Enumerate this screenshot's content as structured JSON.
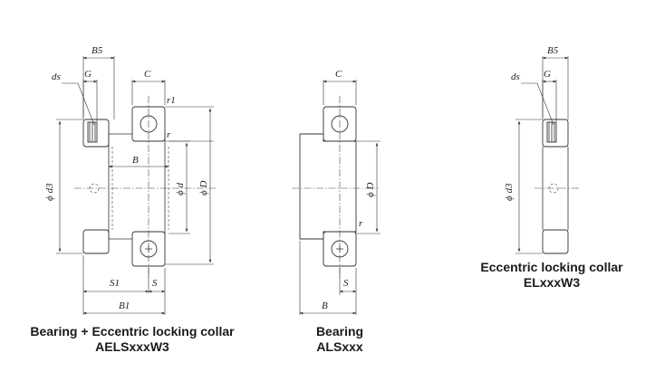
{
  "figure_a": {
    "labels": {
      "B5": "B5",
      "G": "G",
      "C": "C",
      "ds": "ds",
      "r1": "r1",
      "r": "r",
      "B": "B",
      "d3": "ϕ d3",
      "d": "ϕ d",
      "D": "ϕ D",
      "S1": "S1",
      "S": "S",
      "B1": "B1"
    },
    "caption_line1": "Bearing + Eccentric locking collar",
    "caption_line2": "AELSxxxW3"
  },
  "figure_b": {
    "labels": {
      "C": "C",
      "D": "ϕ D",
      "r": "r",
      "S": "S",
      "B": "B"
    },
    "caption_line1": "Bearing",
    "caption_line2": "ALSxxx"
  },
  "figure_c": {
    "labels": {
      "B5": "B5",
      "G": "G",
      "ds": "ds",
      "d3": "ϕ d3"
    },
    "caption_line1": "Eccentric locking collar",
    "caption_line2": "ELxxxW3"
  }
}
